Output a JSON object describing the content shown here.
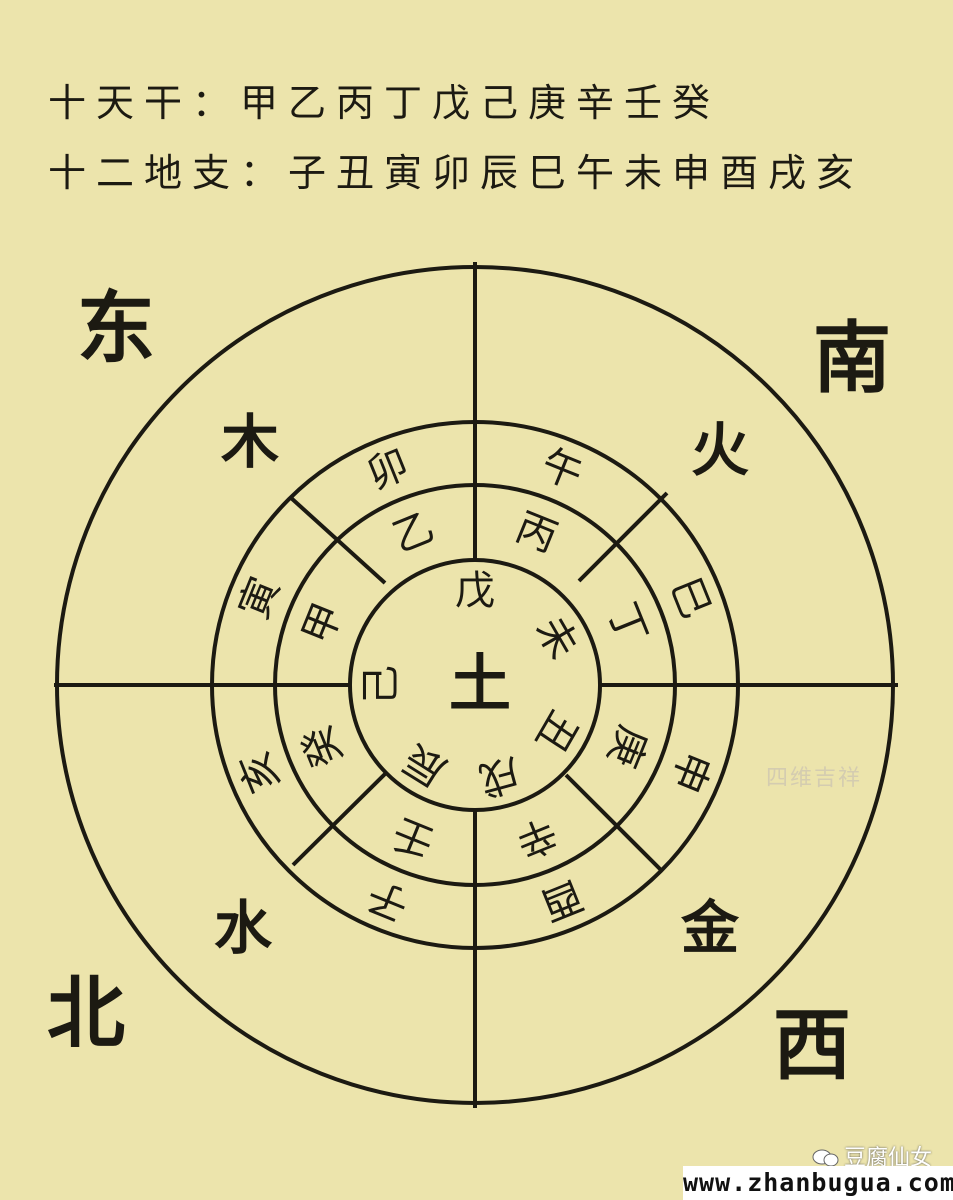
{
  "header": {
    "heavenly_stems": "十天干：甲乙丙丁戊己庚辛壬癸",
    "earthly_branches": "十二地支：子丑寅卯辰巳午未申酉戌亥"
  },
  "directions": {
    "east": "东",
    "south": "南",
    "north": "北",
    "west": "西"
  },
  "chart_data": {
    "type": "diagram",
    "elements": {
      "wood": "木",
      "fire": "火",
      "water": "水",
      "metal": "金",
      "earth": "土"
    },
    "branch_ring": [
      "卯",
      "午",
      "巳",
      "申",
      "酉",
      "子",
      "亥",
      "寅"
    ],
    "stem_ring": [
      "乙",
      "丙",
      "丁",
      "庚",
      "辛",
      "壬",
      "癸",
      "甲"
    ],
    "center_ring": [
      "戊",
      "未",
      "丑",
      "戌",
      "辰",
      "己"
    ]
  },
  "watermark": "四维吉祥",
  "account": "豆腐仙女",
  "site_url": "www.zhanbugua.com",
  "colors": {
    "background": "#ece4ac",
    "ink": "#1c1a12"
  }
}
